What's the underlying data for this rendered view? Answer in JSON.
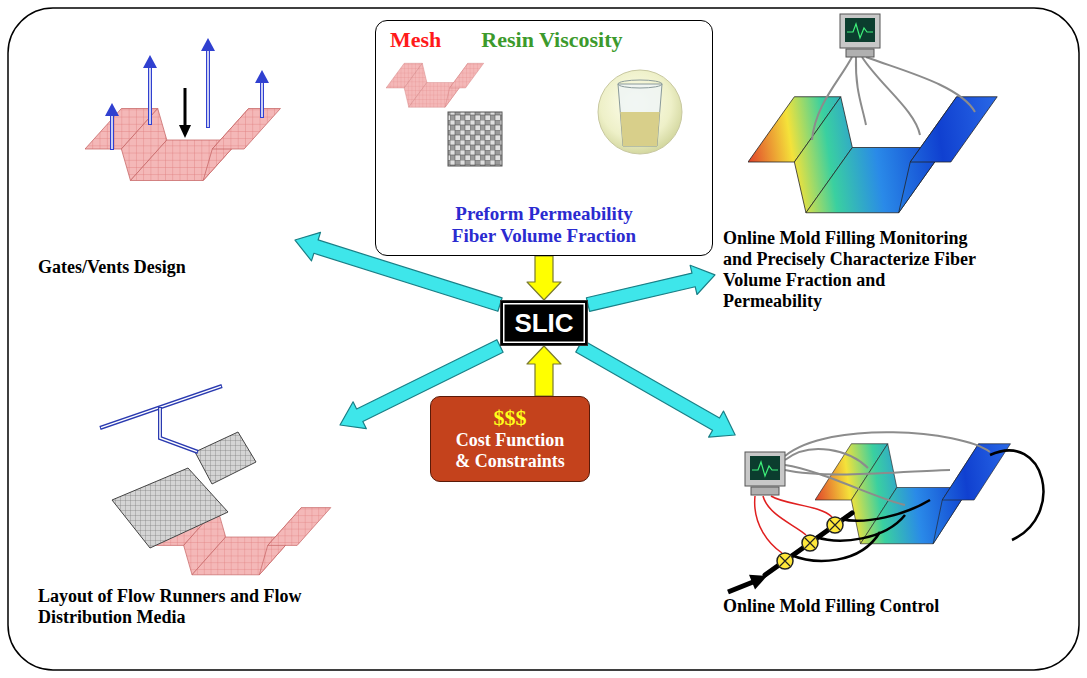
{
  "diagram": {
    "nodes": [
      {
        "text": [
          "Gates/Vents Design"
        ]
      },
      {
        "text": [
          "Mesh",
          "Resin Viscosity",
          "Preform Permeability Fiber Volume Fraction"
        ]
      },
      {
        "text": [
          "Online Mold Filling Monitoring and Precisely Characterize Fiber Volume Fraction and Permeability"
        ]
      },
      {
        "text": [
          "SLIC"
        ]
      },
      {
        "text": [
          "Layout of Flow Runners and Flow Distribution Media"
        ]
      },
      {
        "text": [
          "$$$",
          "Cost Function & Constraints"
        ]
      },
      {
        "text": [
          "Online Mold Filling Control"
        ]
      }
    ],
    "edges": [
      {
        "from": 1,
        "to": 3,
        "arrow": "to"
      },
      {
        "from": 5,
        "to": 3,
        "arrow": "to"
      },
      {
        "from": 3,
        "to": 0,
        "arrow": "to"
      },
      {
        "from": 3,
        "to": 2,
        "arrow": "to"
      },
      {
        "from": 3,
        "to": 4,
        "arrow": "to"
      },
      {
        "from": 3,
        "to": 6,
        "arrow": "to"
      }
    ]
  }
}
